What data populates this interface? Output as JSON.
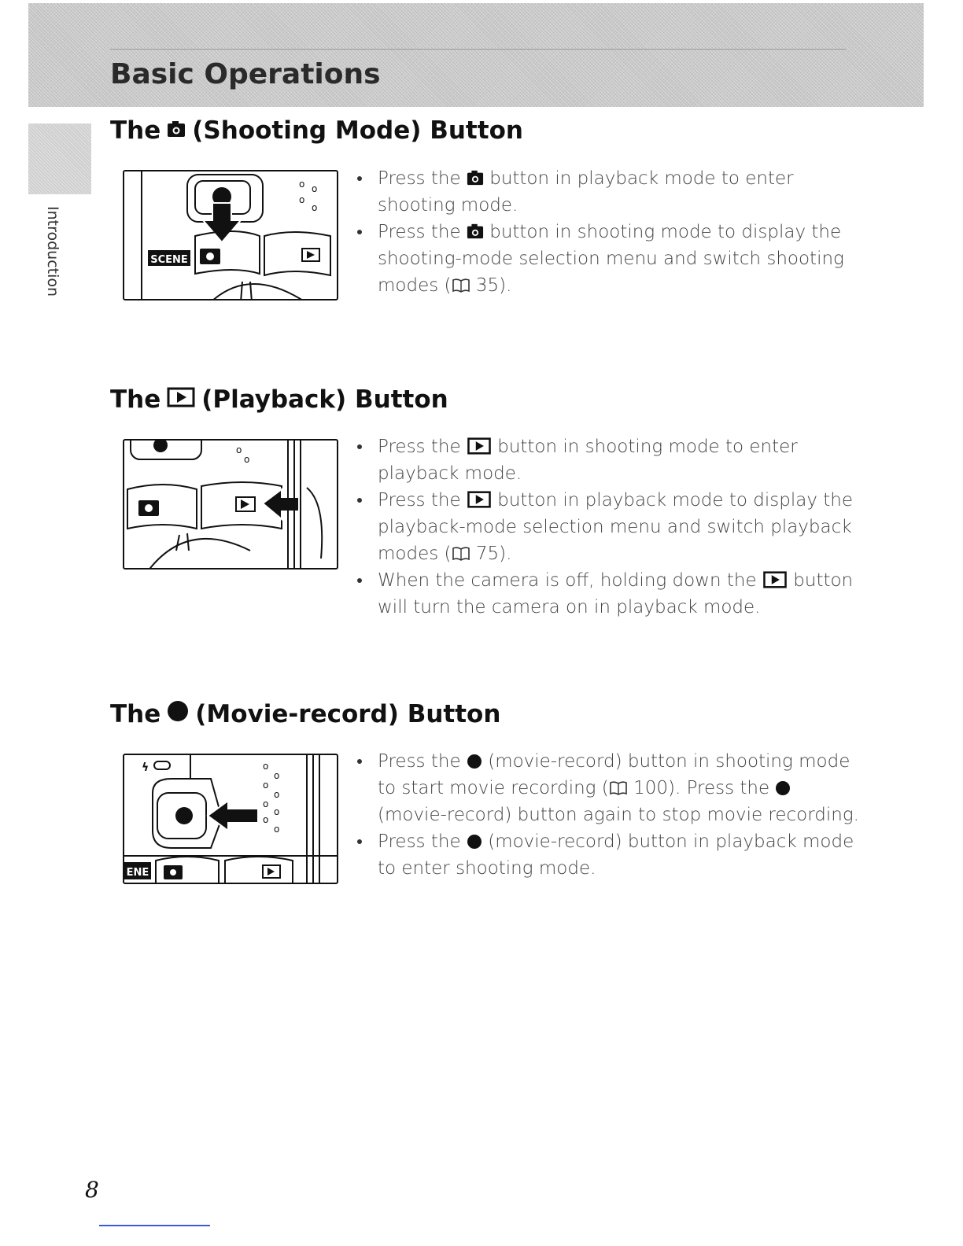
{
  "header": {
    "chapter_title": "Basic Operations",
    "side_tab_label": "Introduction"
  },
  "sections": [
    {
      "title_prefix": "The",
      "title_icon": "camera-icon",
      "title_suffix": "(Shooting Mode) Button",
      "illustration_labels": {
        "scene": "SCENE"
      },
      "bullets": [
        {
          "before": "Press the",
          "icon": "camera-icon",
          "after": "button in playback mode to enter shooting mode."
        },
        {
          "before": "Press the",
          "icon": "camera-icon",
          "after": "button in shooting mode to display the shooting-mode selection menu and switch shooting modes (",
          "ref_icon": "book-icon",
          "ref": "35",
          "end": ")."
        }
      ]
    },
    {
      "title_prefix": "The",
      "title_icon": "playback-icon",
      "title_suffix": "(Playback) Button",
      "bullets": [
        {
          "before": "Press the",
          "icon": "playback-icon",
          "after": "button in shooting mode to enter playback mode."
        },
        {
          "before": "Press the",
          "icon": "playback-icon",
          "after": "button in playback mode to display the playback-mode selection menu and switch playback modes (",
          "ref_icon": "book-icon",
          "ref": "75",
          "end": ")."
        },
        {
          "before": "When the camera is off, holding down the",
          "icon": "playback-icon",
          "after": "button will turn the camera on in playback mode."
        }
      ]
    },
    {
      "title_prefix": "The",
      "title_icon": "record-dot-icon",
      "title_suffix": "(Movie-record) Button",
      "illustration_labels": {
        "scene_partial": "ENE"
      },
      "bullets": [
        {
          "before": "Press the",
          "icon": "record-dot-icon",
          "after": "(movie-record) button in shooting mode to start movie recording (",
          "ref_icon": "book-icon",
          "ref": "100",
          "end": "). Press the",
          "icon2": "record-dot-icon",
          "after2": "(movie-record) button again to stop movie recording."
        },
        {
          "before": "Press the",
          "icon": "record-dot-icon",
          "after": "(movie-record) button in playback mode to enter shooting mode."
        }
      ]
    }
  ],
  "footer": {
    "page_number": "8"
  },
  "colors": {
    "header_band": "#c8c8c8",
    "footer_rule": "#3b5bdb"
  }
}
